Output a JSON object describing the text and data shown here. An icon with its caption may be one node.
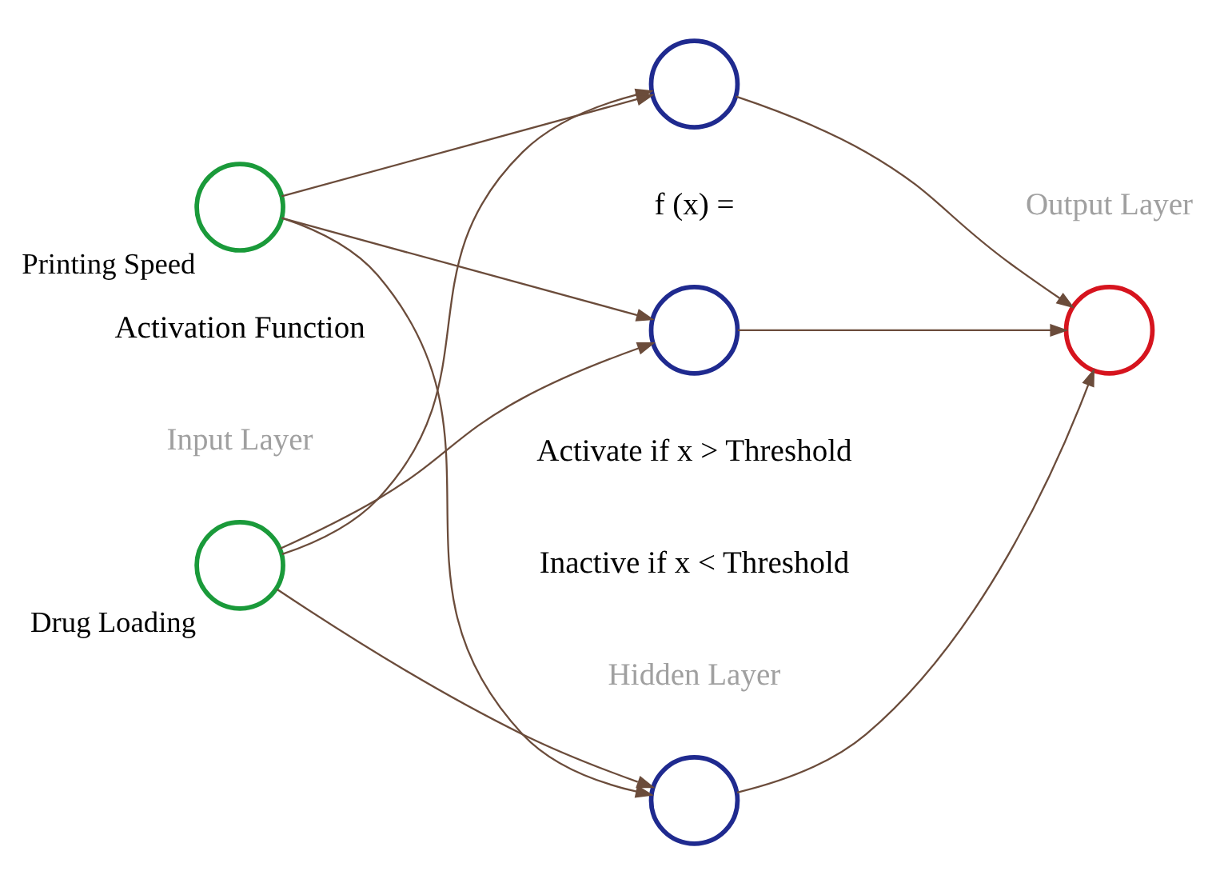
{
  "diagram": {
    "nodes": [
      {
        "text": [],
        "shape": "circle",
        "beside": [
          "Drug Loading"
        ]
      },
      {
        "text": [],
        "shape": "circle",
        "beside": [
          "Printing Speed"
        ]
      },
      {
        "text": [],
        "shape": "circle"
      },
      {
        "text": [],
        "shape": "circle"
      },
      {
        "text": [],
        "shape": "circle"
      },
      {
        "text": [],
        "shape": "circle"
      }
    ],
    "edges": [
      {
        "from": 0,
        "to": 2,
        "arrow": "to"
      },
      {
        "from": 0,
        "to": 3,
        "arrow": "to"
      },
      {
        "from": 0,
        "to": 4,
        "arrow": "to"
      },
      {
        "from": 1,
        "to": 2,
        "arrow": "to"
      },
      {
        "from": 1,
        "to": 3,
        "arrow": "to"
      },
      {
        "from": 1,
        "to": 4,
        "arrow": "to"
      },
      {
        "from": 2,
        "to": 5,
        "arrow": "to"
      },
      {
        "from": 3,
        "to": 5,
        "arrow": "to"
      },
      {
        "from": 4,
        "to": 5,
        "arrow": "to"
      }
    ],
    "labels": [
      "Input Layer",
      "Hidden Layer",
      "Output Layer",
      "Activation Function",
      "f (x) =",
      "Activate if x > Threshold",
      "Inactive if x < Threshold"
    ]
  }
}
